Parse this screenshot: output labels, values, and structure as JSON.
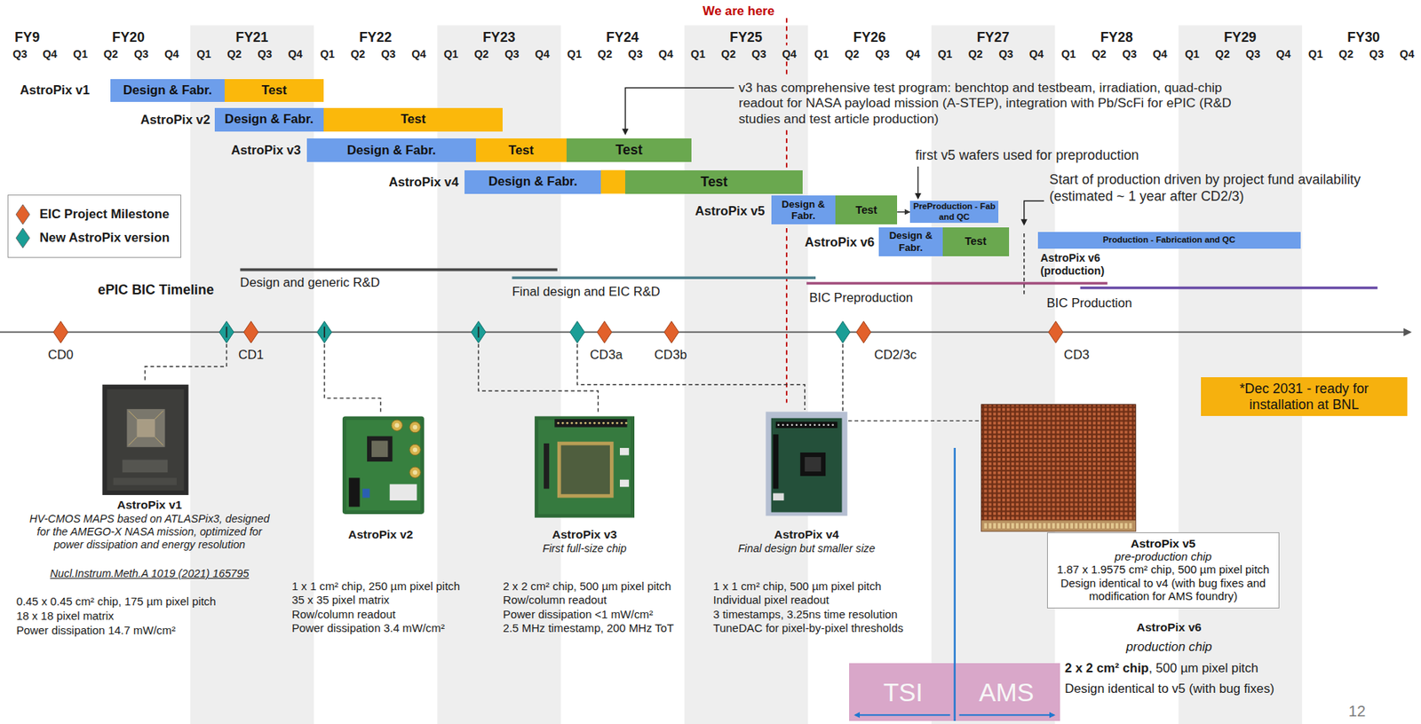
{
  "diagram": {
    "nodes": [
      {
        "text": [
          "Design & Fabr."
        ]
      },
      {
        "text": [
          "Test"
        ]
      },
      {
        "text": [
          "Design & Fabr."
        ]
      },
      {
        "text": [
          "Test"
        ]
      },
      {
        "text": [
          "Design & Fabr."
        ]
      },
      {
        "text": [
          "Test"
        ]
      },
      {
        "text": [
          "Test"
        ]
      },
      {
        "text": [
          "Design & Fabr."
        ]
      },
      {
        "text": [
          "Test"
        ]
      },
      {
        "text": [
          "Design & Fabr."
        ]
      },
      {
        "text": [
          "Test"
        ]
      },
      {
        "text": [
          "PreProduction - Fab and QC"
        ]
      },
      {
        "text": [
          "Design & Fabr."
        ]
      },
      {
        "text": [
          "Test"
        ]
      },
      {
        "text": [
          "Production - Fabrication and QC"
        ]
      },
      {
        "text": [
          "*Dec 2031 - ready for installation at BNL"
        ]
      },
      {
        "text": [
          "AstroPix v5",
          "pre-production chip",
          "1.87 x 1.9575 cm² chip, 500 µm pixel pitch",
          "Design identical to v4 (with bug fixes and modification for AMS foundry)"
        ]
      },
      {
        "text": [
          "TSI",
          "AMS"
        ]
      }
    ],
    "edges": [
      {
        "from": 10,
        "to": 11,
        "arrow": "to"
      }
    ],
    "labels": [
      "We are here",
      "FY9",
      "FY20",
      "FY21",
      "FY22",
      "FY23",
      "FY24",
      "FY25",
      "FY26",
      "FY27",
      "FY28",
      "FY29",
      "FY30",
      "Q3",
      "Q4",
      "Q1",
      "Q2",
      "Q3",
      "Q4",
      "Q1",
      "Q2",
      "Q3",
      "Q4",
      "Q1",
      "Q2",
      "Q3",
      "Q4",
      "Q1",
      "Q2",
      "Q3",
      "Q4",
      "Q1",
      "Q2",
      "Q3",
      "Q4",
      "Q1",
      "Q2",
      "Q3",
      "Q4",
      "Q1",
      "Q2",
      "Q3",
      "Q4",
      "Q1",
      "Q2",
      "Q3",
      "Q4",
      "Q1",
      "Q2",
      "Q3",
      "Q4",
      "Q1",
      "Q2",
      "Q3",
      "Q4",
      "Q1",
      "Q2",
      "Q3",
      "Q4",
      "AstroPix v1",
      "AstroPix v2",
      "AstroPix v3",
      "AstroPix v4",
      "v3 has comprehensive test program: benchtop and testbeam, irradiation, quad-chip readout for NASA payload mission (A-STEP), integration with Pb/ScFi for ePIC (R&D studies and test article production)",
      "first v5 wafers used for preproduction",
      "AstroPix v5",
      "Start of production driven by project fund availability (estimated ~ 1 year after CD2/3)",
      "AstroPix v6",
      "AstroPix v6 (production)",
      "Design and generic R&D",
      "ePIC BIC Timeline",
      "Final design and EIC R&D",
      "BIC Preproduction",
      "BIC Production",
      "CD0",
      "CD1",
      "CD3a",
      "CD3b",
      "CD2/3c",
      "CD3",
      "AstroPix v1",
      "HV-CMOS MAPS based on ATLASPix3, designed for the AMEGO-X NASA mission, optimized for power dissipation and energy resolution",
      "Nucl.Instrum.Meth.A 1019 (2021) 165795",
      "0.45 x 0.45 cm² chip, 175 µm pixel pitch",
      "18 x 18 pixel matrix",
      "Power dissipation 14.7 mW/cm²",
      "AstroPix v2",
      "1 x 1 cm² chip, 250 µm pixel pitch",
      "35 x 35 pixel matrix",
      "Row/column readout",
      "Power dissipation 3.4 mW/cm²",
      "AstroPix v3",
      "First full-size chip",
      "2 x 2 cm² chip, 500 µm pixel pitch",
      "Row/column readout",
      "Power dissipation <1 mW/cm²",
      "2.5 MHz timestamp, 200 MHz ToT",
      "AstroPix v4",
      "Final design but smaller size",
      "1 x 1 cm² chip, 500 µm pixel pitch",
      "Individual pixel readout",
      "3 timestamps, 3.25ns time resolution",
      "TuneDAC for pixel-by-pixel thresholds",
      "AstroPix v6",
      "production chip",
      "2 x 2 cm² chip",
      ", 500 µm pixel pitch",
      "Design identical to v5 (with bug fixes)",
      "12"
    ],
    "legend": [
      {
        "text": "EIC Project Milestone",
        "color": "#e2612b"
      },
      {
        "text": "New AstroPix version",
        "color": "#1a9e96"
      }
    ]
  }
}
